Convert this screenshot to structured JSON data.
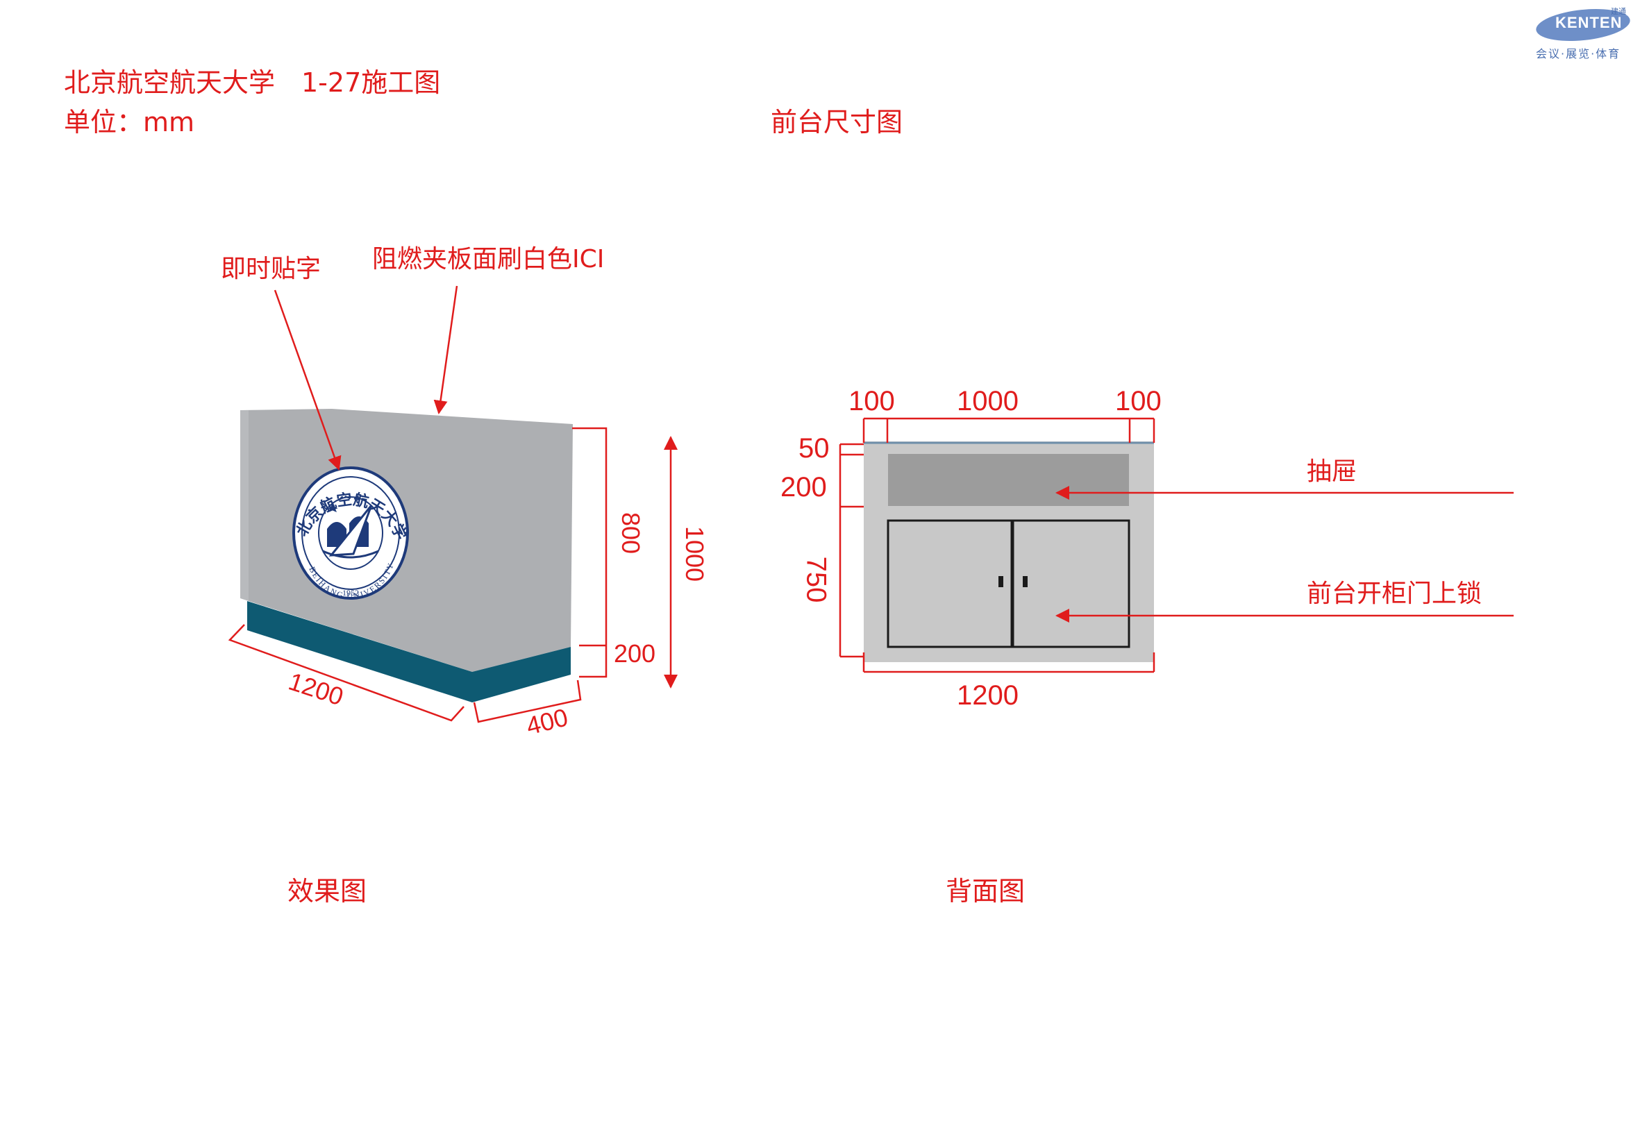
{
  "header": {
    "title": "北京航空航天大学　1-27施工图",
    "unit": "单位：mm",
    "diagram_title": "前台尺寸图"
  },
  "logo": {
    "brand": "KENTEN",
    "mini": "建通",
    "tagline": "会议·展览·体育",
    "color": "#4a6fb0"
  },
  "perspective": {
    "callout_sticker": "即时贴字",
    "callout_panel": "阻燃夹板面刷白色ICI",
    "dim_length": "1200",
    "dim_depth": "400",
    "dim_upper": "800",
    "dim_base": "200",
    "dim_total": "1000",
    "caption": "效果图",
    "emblem": {
      "name_cn": "北京航空航天大学",
      "name_en": "BEIHANG UNIVERSITY",
      "year": "1952",
      "color": "#1e3a7a"
    },
    "colors": {
      "panel": "#adafb2",
      "base": "#0e5a72",
      "dim": "#e01c1c"
    }
  },
  "back": {
    "dim_left": "100",
    "dim_middle": "1000",
    "dim_right": "100",
    "dim_top": "50",
    "dim_drawer": "200",
    "dim_cabinet": "750",
    "dim_width": "1200",
    "label_drawer": "抽屉",
    "label_cabinet": "前台开柜门上锁",
    "caption": "背面图",
    "colors": {
      "panel": "#c9c9c9",
      "drawer": "#9c9c9c",
      "door": "#c8c8c8"
    }
  }
}
